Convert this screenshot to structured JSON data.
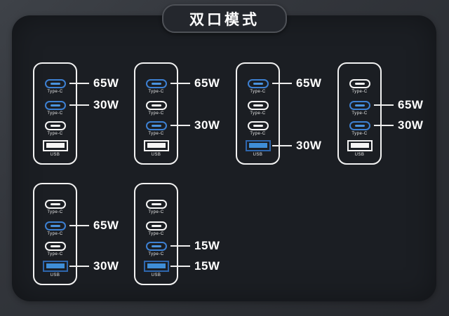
{
  "title": "双口模式",
  "colors": {
    "background": "#34373d",
    "panel": "#1b1e23",
    "charger_border": "#f2f2f2",
    "port_inactive": "#f5f5f5",
    "port_active_border": "#3d80d2",
    "port_active_fill": "#4a93df",
    "usb_active_fill": "#3f8ed8",
    "callout_line": "#ededed",
    "watt_text": "#ffffff"
  },
  "port_labels": {
    "type_c": "Type-C",
    "usb": "USB"
  },
  "chargers": [
    {
      "name": "charger-1",
      "ports": [
        {
          "type": "type-c",
          "active": true,
          "watt": "65W"
        },
        {
          "type": "type-c",
          "active": true,
          "watt": "30W"
        },
        {
          "type": "type-c",
          "active": false,
          "watt": null
        },
        {
          "type": "usb-a",
          "active": false,
          "watt": null
        }
      ]
    },
    {
      "name": "charger-2",
      "ports": [
        {
          "type": "type-c",
          "active": true,
          "watt": "65W"
        },
        {
          "type": "type-c",
          "active": false,
          "watt": null
        },
        {
          "type": "type-c",
          "active": true,
          "watt": "30W"
        },
        {
          "type": "usb-a",
          "active": false,
          "watt": null
        }
      ]
    },
    {
      "name": "charger-3",
      "ports": [
        {
          "type": "type-c",
          "active": true,
          "watt": "65W"
        },
        {
          "type": "type-c",
          "active": false,
          "watt": null
        },
        {
          "type": "type-c",
          "active": false,
          "watt": null
        },
        {
          "type": "usb-a",
          "active": true,
          "watt": "30W"
        }
      ]
    },
    {
      "name": "charger-4",
      "ports": [
        {
          "type": "type-c",
          "active": false,
          "watt": null
        },
        {
          "type": "type-c",
          "active": true,
          "watt": "65W"
        },
        {
          "type": "type-c",
          "active": true,
          "watt": "30W"
        },
        {
          "type": "usb-a",
          "active": false,
          "watt": null
        }
      ]
    },
    {
      "name": "charger-5",
      "ports": [
        {
          "type": "type-c",
          "active": false,
          "watt": null
        },
        {
          "type": "type-c",
          "active": true,
          "watt": "65W"
        },
        {
          "type": "type-c",
          "active": false,
          "watt": null
        },
        {
          "type": "usb-a",
          "active": true,
          "watt": "30W"
        }
      ]
    },
    {
      "name": "charger-6",
      "ports": [
        {
          "type": "type-c",
          "active": false,
          "watt": null
        },
        {
          "type": "type-c",
          "active": false,
          "watt": null
        },
        {
          "type": "type-c",
          "active": true,
          "watt": "15W"
        },
        {
          "type": "usb-a",
          "active": true,
          "watt": "15W"
        }
      ]
    }
  ]
}
